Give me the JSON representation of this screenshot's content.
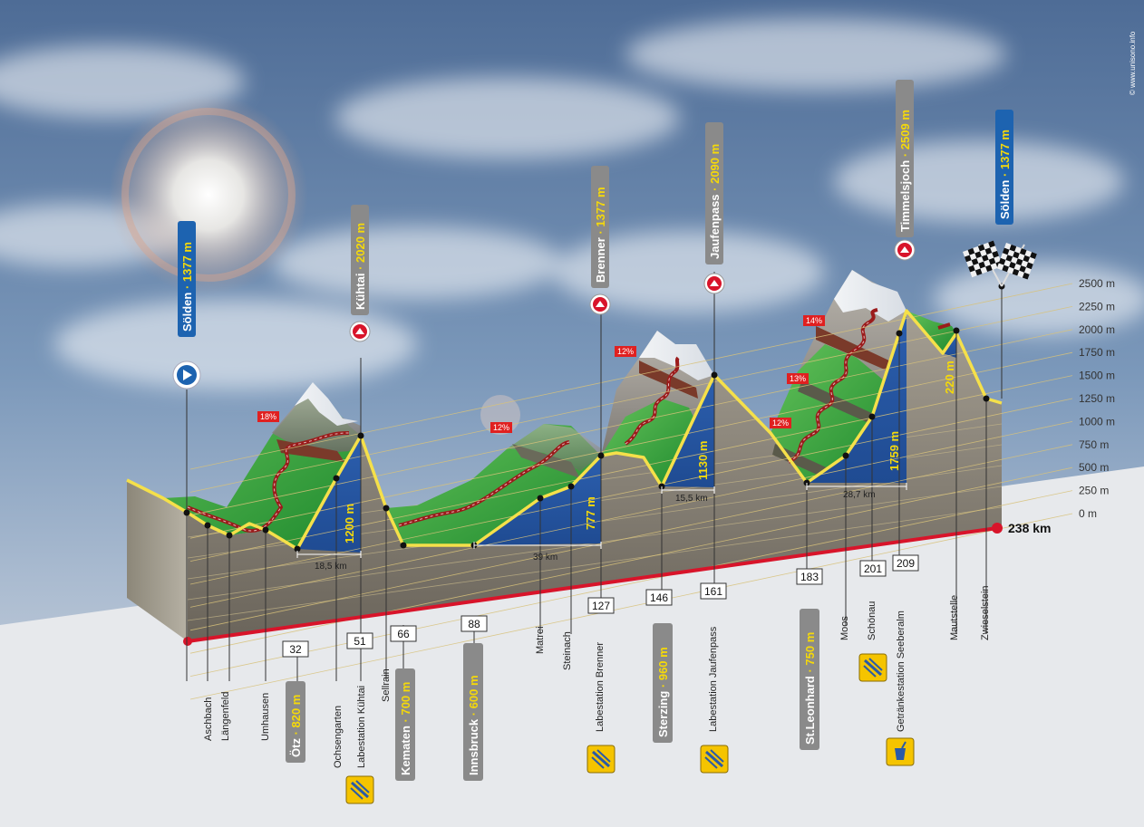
{
  "credit": "© www.unisono.info",
  "elevation_scale": [
    "2500 m",
    "2250 m",
    "2000 m",
    "1750 m",
    "1500 m",
    "1250 m",
    "1000 m",
    "750 m",
    "500 m",
    "250 m",
    "0 m"
  ],
  "total_distance": "238 km",
  "summits": [
    {
      "name": "Sölden",
      "elev": "1377 m",
      "style": "blue",
      "icon": "start-play-icon"
    },
    {
      "name": "Kühtai",
      "elev": "2020 m",
      "style": "grey",
      "icon": "summit-icon"
    },
    {
      "name": "Brenner",
      "elev": "1377 m",
      "style": "grey",
      "icon": "summit-icon"
    },
    {
      "name": "Jaufenpass",
      "elev": "2090 m",
      "style": "grey",
      "icon": "summit-icon"
    },
    {
      "name": "Timmelsjoch",
      "elev": "2509 m",
      "style": "grey",
      "icon": "summit-icon"
    },
    {
      "name": "Sölden",
      "elev": "1377 m",
      "style": "blue",
      "icon": "finish-flags-icon"
    }
  ],
  "valleys": [
    {
      "name": "Ötz",
      "elev": "820 m"
    },
    {
      "name": "Kematen",
      "elev": "700 m"
    },
    {
      "name": "Innsbruck",
      "elev": "600 m"
    },
    {
      "name": "Sterzing",
      "elev": "960 m"
    },
    {
      "name": "St.Leonhard",
      "elev": "750 m"
    }
  ],
  "places": [
    "Aschbach",
    "Längenfeld",
    "Umhausen",
    "Ochsengarten",
    "Labestation Kühtai",
    "Sellrain",
    "Matrei",
    "Steinach",
    "Labestation Brenner",
    "Labestation Jaufenpass",
    "Moos",
    "Schönau",
    "Getränkestation Seeberalm",
    "Mautstelle",
    "Zwieselstein"
  ],
  "km_marks": [
    "32",
    "51",
    "66",
    "88",
    "127",
    "146",
    "161",
    "183",
    "201",
    "209"
  ],
  "climbs": [
    {
      "gain": "1200 m",
      "length": "18,5 km",
      "gradient": "18%"
    },
    {
      "gain": "777 m",
      "length": "39 km",
      "gradient": "12%"
    },
    {
      "gain": "1130 m",
      "length": "15,5 km",
      "gradient": "12%"
    },
    {
      "gain": "1759 m",
      "length": "28,7 km",
      "gradients": [
        "14%",
        "13%",
        "12%"
      ]
    },
    {
      "gain": "220 m"
    }
  ],
  "station_icons": [
    "food-station-icon",
    "food-station-icon",
    "food-station-icon",
    "food-station-icon",
    "food-station-icon",
    "drink-station-icon"
  ],
  "colors": {
    "route": "#f5e04a",
    "start_tag": "#1d63b0",
    "tag_grey": "#8a8a8a",
    "climb_face": "#2a5aa8",
    "climb_edge": "#f5e04a",
    "base_line": "#d8142a",
    "grass": "#3aa63a",
    "road": "#9b1b1b"
  }
}
